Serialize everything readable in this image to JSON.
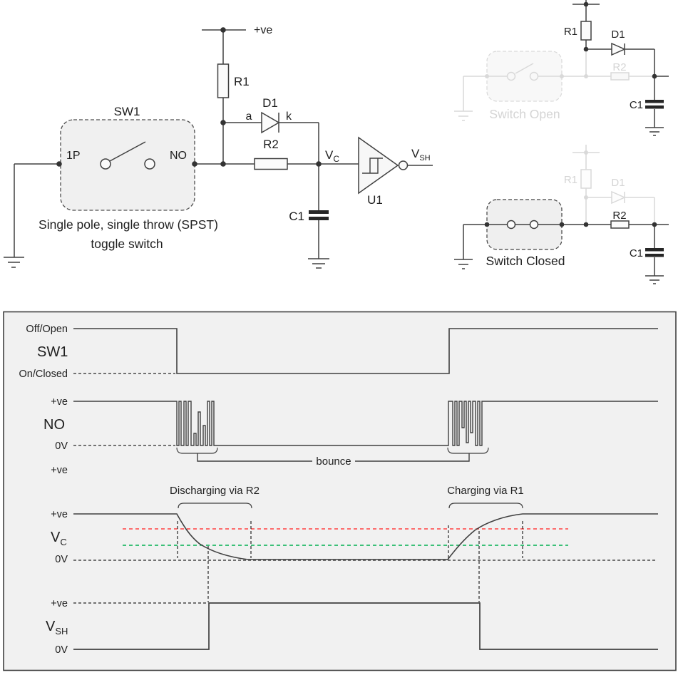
{
  "main_circuit": {
    "supply": "+ve",
    "r1": "R1",
    "d1": "D1",
    "anode": "a",
    "cathode": "k",
    "sw1": "SW1",
    "pole": "1P",
    "no": "NO",
    "r2": "R2",
    "c1": "C1",
    "u1": "U1",
    "vc_main": "V",
    "vc_sub": "C",
    "vsh_main": "V",
    "vsh_sub": "SH",
    "caption_line1": "Single pole, single throw (SPST)",
    "caption_line2": "toggle switch"
  },
  "switch_open": {
    "r1": "R1",
    "d1": "D1",
    "r2": "R2",
    "c1": "C1",
    "caption": "Switch Open"
  },
  "switch_closed": {
    "r1": "R1",
    "d1": "D1",
    "r2": "R2",
    "c1": "C1",
    "caption": "Switch Closed"
  },
  "timing": {
    "sw1_track": {
      "high": "Off/Open",
      "name": "SW1",
      "low": "On/Closed"
    },
    "no_track": {
      "high": "+ve",
      "name": "NO",
      "low": "0V"
    },
    "bounce": "bounce",
    "mid_supply": "+ve",
    "vc_track": {
      "high": "+ve",
      "name_main": "V",
      "name_sub": "C",
      "low": "0V",
      "discharge": "Discharging via R2",
      "charge": "Charging via R1"
    },
    "vsh_track": {
      "high": "+ve",
      "name_main": "V",
      "name_sub": "SH",
      "low": "0V"
    }
  },
  "colors": {
    "line": "#404040",
    "faded": "#d9d9d9",
    "upper_threshold": "#ff4040",
    "lower_threshold": "#00b050",
    "panel_bg": "#f1f1f1"
  }
}
